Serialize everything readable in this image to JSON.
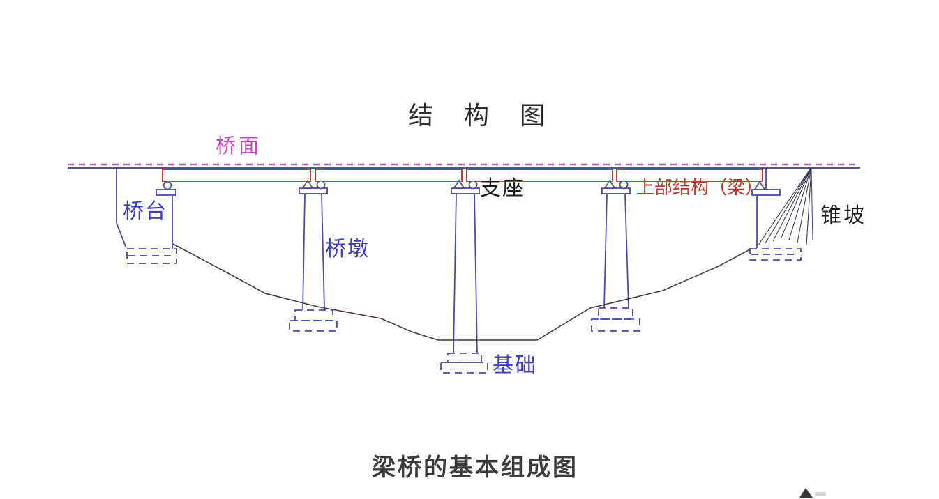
{
  "title": {
    "text": "结构图"
  },
  "caption": {
    "text": "梁桥的基本组成图"
  },
  "labels": {
    "deck": {
      "text": "桥面"
    },
    "abutment": {
      "text": "桥台"
    },
    "pier": {
      "text": "桥墩"
    },
    "bearing": {
      "text": "支座"
    },
    "superstructure": {
      "text": "上部结构（梁）"
    },
    "cone_slope": {
      "text": "锥坡"
    },
    "foundation": {
      "text": "基础"
    }
  },
  "colors": {
    "deck_label": "#c24ac2",
    "substructure_label": "#3b3bc6",
    "superstructure_label": "#c3362b",
    "neutral_label": "#1e1e1e",
    "deck_dashed_line": "#b85ab8",
    "deck_solid_line": "#54548a",
    "beam_outline": "#c43a2e",
    "substructure_line": "#4a4aaa",
    "ground_line": "#4b3a38",
    "cone_slope_line": "#3d3d58",
    "title_text": "#2b2b2b",
    "caption_text": "#3c3c3c"
  }
}
